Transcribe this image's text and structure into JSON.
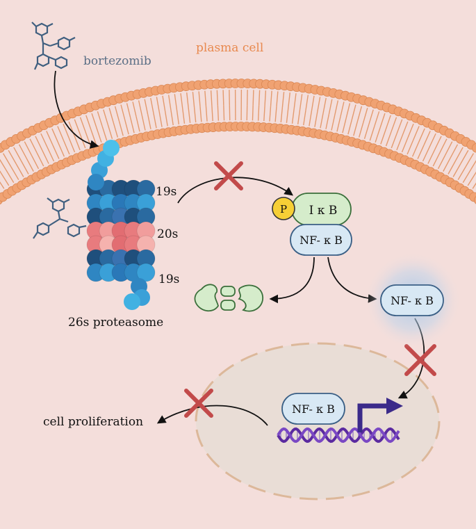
{
  "labels": {
    "drug": "bortezomib",
    "cell": "plasma cell",
    "cap_top": "19s",
    "core": "20s",
    "cap_bottom": "19s",
    "proteasome": "26s proteasome",
    "phospho": "P",
    "ikb": "I κ B",
    "nfkb_complex": "NF- κ B",
    "nfkb_free": "NF- κ B",
    "nfkb_nucleus": "NF- κ B",
    "outcome": "cell proliferation"
  },
  "colors": {
    "background": "#f4dedb",
    "lipid_head": "#f0a272",
    "drug_label": "#5b6f86",
    "cell_label": "#e8894f",
    "inhibit_x": "#c24a4a",
    "ikb_fill": "#d5eccb",
    "nfkb_fill": "#d8e8f4",
    "nucleus_fill": "#e9ddd6",
    "dna_strand": "#5b2aa0",
    "tss_arrow": "#3b2a8a",
    "proteasome_cap": "#2f86c2",
    "proteasome_core": "#e87b7e"
  },
  "icons": [
    "bortezomib-molecule-icon",
    "inhibition-x-icon",
    "degraded-fragments-icon",
    "transcription-arrow-icon"
  ]
}
